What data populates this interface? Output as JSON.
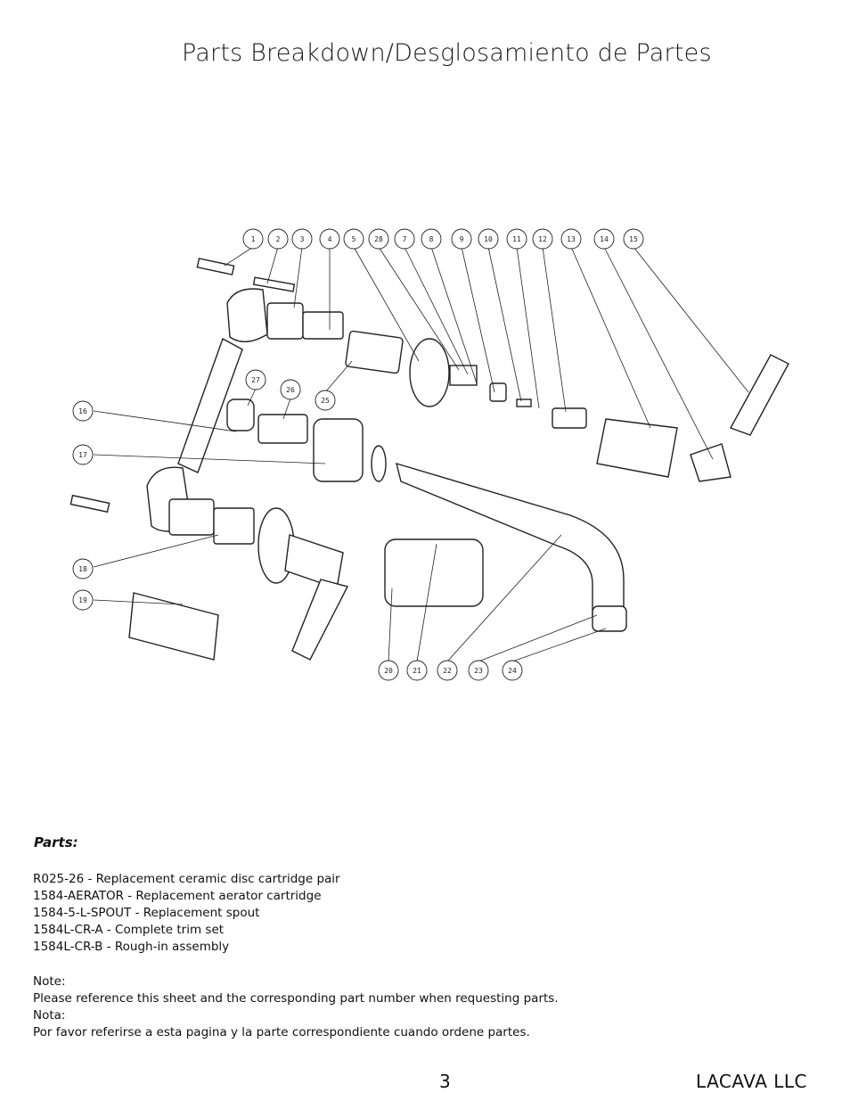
{
  "header": {
    "title": "Parts Breakdown/Desglosamiento de Partes"
  },
  "callouts": {
    "top": [
      "1",
      "2",
      "3",
      "4",
      "5",
      "28",
      "7",
      "8",
      "9",
      "10",
      "11",
      "12",
      "13",
      "14",
      "15"
    ],
    "left": [
      "16",
      "17",
      "18",
      "19"
    ],
    "bottom": [
      "20",
      "21",
      "22",
      "23",
      "24"
    ],
    "mid": [
      "27",
      "26",
      "25"
    ]
  },
  "parts": {
    "heading": "Parts:",
    "items": [
      "R025-26 - Replacement ceramic disc cartridge pair",
      "1584-AERATOR - Replacement aerator cartridge",
      "1584-5-L-SPOUT - Replacement spout",
      "1584L-CR-A - Complete trim set",
      "1584L-CR-B - Rough-in assembly"
    ]
  },
  "notes": [
    "Note:",
    "Please reference this sheet and the corresponding part number when requesting parts.",
    "Nota:",
    "Por favor referirse a esta pagina y la parte correspondiente cuando ordene partes."
  ],
  "footer": {
    "page": "3",
    "company": "LACAVA LLC"
  }
}
